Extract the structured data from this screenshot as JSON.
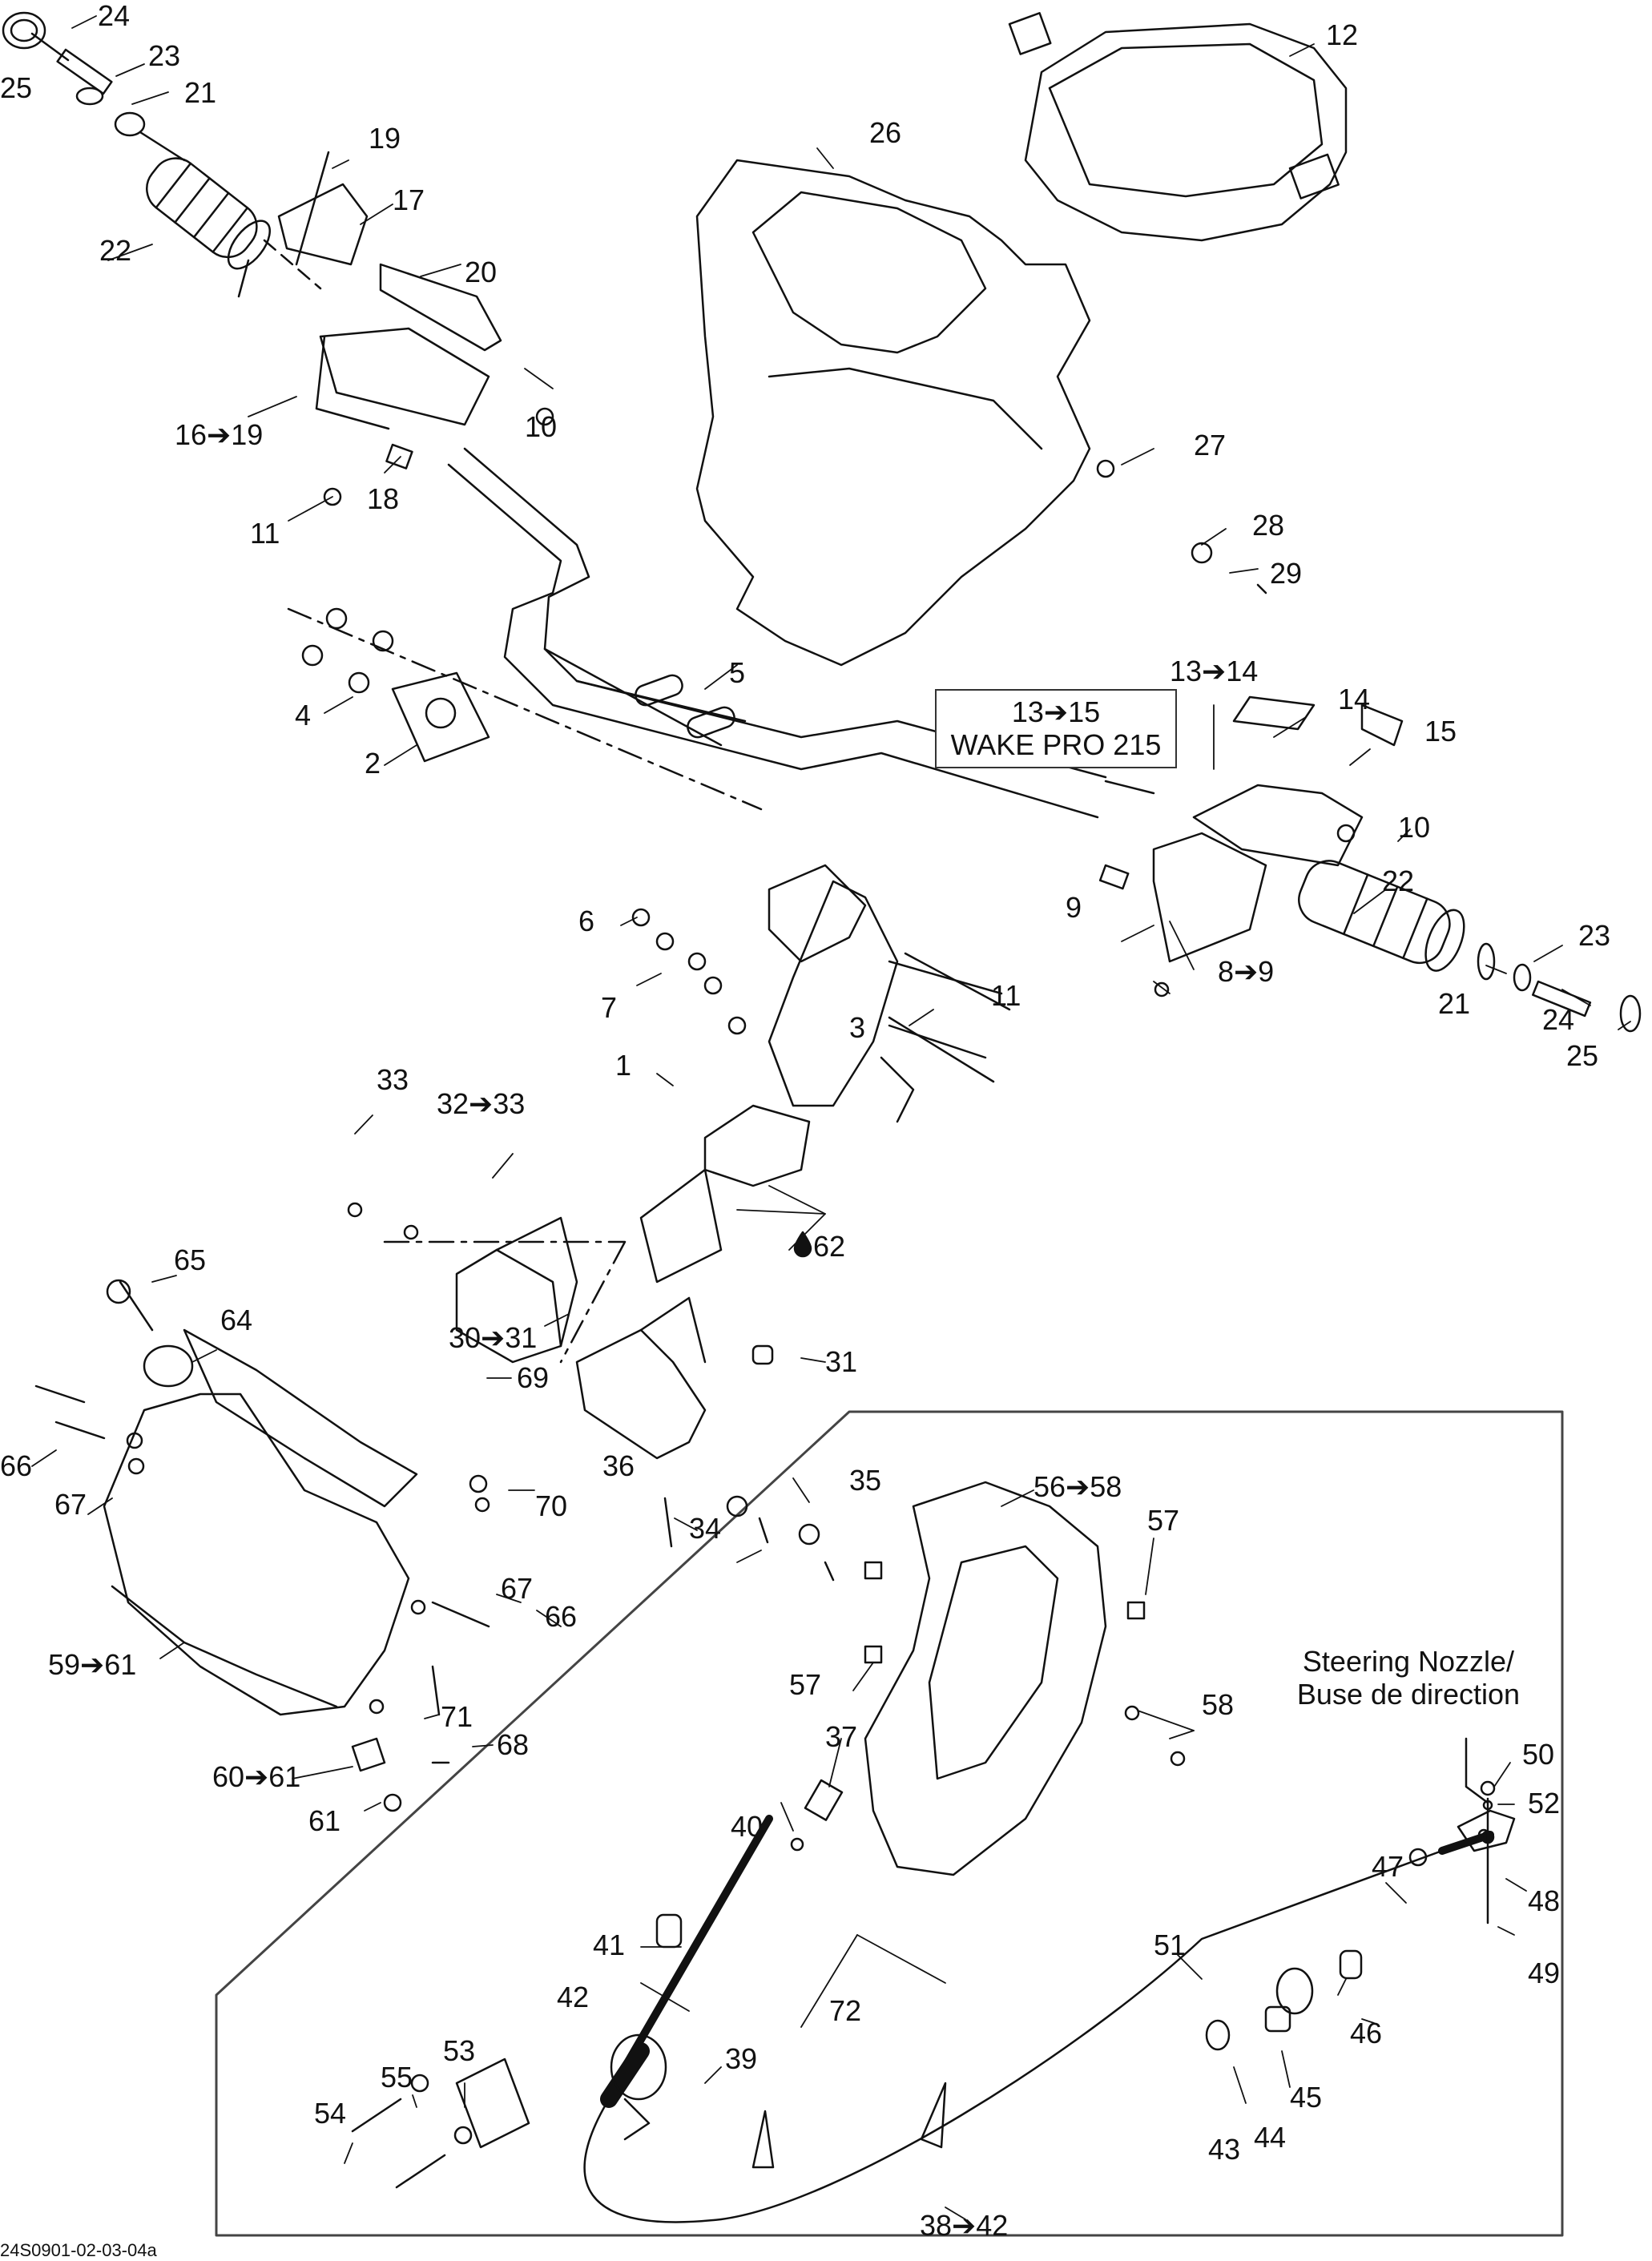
{
  "diagram": {
    "type": "exploded-parts-diagram",
    "reference_code": "24S0901-02-03-04a",
    "notes": {
      "wake_pro_box": [
        "13➔15",
        "WAKE PRO 215"
      ],
      "steering_nozzle": [
        "Steering Nozzle/",
        "Buse de direction"
      ],
      "lubricant_callout": "62"
    },
    "labels": [
      {
        "id": "l24a",
        "text": "24"
      },
      {
        "id": "l25a",
        "text": "25"
      },
      {
        "id": "l23a",
        "text": "23"
      },
      {
        "id": "l21a",
        "text": "21"
      },
      {
        "id": "l22a",
        "text": "22"
      },
      {
        "id": "l19a",
        "text": "19"
      },
      {
        "id": "l17",
        "text": "17"
      },
      {
        "id": "l20",
        "text": "20"
      },
      {
        "id": "l10a",
        "text": "10"
      },
      {
        "id": "l16",
        "text": "16➔19"
      },
      {
        "id": "l11a",
        "text": "11"
      },
      {
        "id": "l18",
        "text": "18"
      },
      {
        "id": "l26",
        "text": "26"
      },
      {
        "id": "l12",
        "text": "12"
      },
      {
        "id": "l27",
        "text": "27"
      },
      {
        "id": "l28",
        "text": "28"
      },
      {
        "id": "l29",
        "text": "29"
      },
      {
        "id": "l5",
        "text": "5"
      },
      {
        "id": "l4",
        "text": "4"
      },
      {
        "id": "l2",
        "text": "2"
      },
      {
        "id": "l13_14",
        "text": "13➔14"
      },
      {
        "id": "l14",
        "text": "14"
      },
      {
        "id": "l15",
        "text": "15"
      },
      {
        "id": "l10b",
        "text": "10"
      },
      {
        "id": "l22b",
        "text": "22"
      },
      {
        "id": "l9",
        "text": "9"
      },
      {
        "id": "l8",
        "text": "8➔9"
      },
      {
        "id": "l11b",
        "text": "11"
      },
      {
        "id": "l21b",
        "text": "21"
      },
      {
        "id": "l23b",
        "text": "23"
      },
      {
        "id": "l24b",
        "text": "24"
      },
      {
        "id": "l25b",
        "text": "25"
      },
      {
        "id": "l6",
        "text": "6"
      },
      {
        "id": "l7",
        "text": "7"
      },
      {
        "id": "l3",
        "text": "3"
      },
      {
        "id": "l1",
        "text": "1"
      },
      {
        "id": "l33",
        "text": "33"
      },
      {
        "id": "l32",
        "text": "32➔33"
      },
      {
        "id": "l62",
        "text": "62"
      },
      {
        "id": "l65",
        "text": "65"
      },
      {
        "id": "l64",
        "text": "64"
      },
      {
        "id": "l30",
        "text": "30➔31"
      },
      {
        "id": "l31",
        "text": "31"
      },
      {
        "id": "l66a",
        "text": "66"
      },
      {
        "id": "l67a",
        "text": "67"
      },
      {
        "id": "l69",
        "text": "69"
      },
      {
        "id": "l70",
        "text": "70"
      },
      {
        "id": "l36",
        "text": "36"
      },
      {
        "id": "l35",
        "text": "35"
      },
      {
        "id": "l34",
        "text": "34"
      },
      {
        "id": "l67b",
        "text": "67"
      },
      {
        "id": "l66b",
        "text": "66"
      },
      {
        "id": "l59",
        "text": "59➔61"
      },
      {
        "id": "l71",
        "text": "71"
      },
      {
        "id": "l68",
        "text": "68"
      },
      {
        "id": "l60",
        "text": "60➔61"
      },
      {
        "id": "l61",
        "text": "61"
      },
      {
        "id": "l56",
        "text": "56➔58"
      },
      {
        "id": "l57a",
        "text": "57"
      },
      {
        "id": "l57b",
        "text": "57"
      },
      {
        "id": "l58",
        "text": "58"
      },
      {
        "id": "l37",
        "text": "37"
      },
      {
        "id": "l40",
        "text": "40"
      },
      {
        "id": "l41",
        "text": "41"
      },
      {
        "id": "l42",
        "text": "42"
      },
      {
        "id": "l50",
        "text": "50"
      },
      {
        "id": "l52",
        "text": "52"
      },
      {
        "id": "l47",
        "text": "47"
      },
      {
        "id": "l48",
        "text": "48"
      },
      {
        "id": "l49",
        "text": "49"
      },
      {
        "id": "l51",
        "text": "51"
      },
      {
        "id": "l46",
        "text": "46"
      },
      {
        "id": "l45",
        "text": "45"
      },
      {
        "id": "l44",
        "text": "44"
      },
      {
        "id": "l43",
        "text": "43"
      },
      {
        "id": "l72",
        "text": "72"
      },
      {
        "id": "l39",
        "text": "39"
      },
      {
        "id": "l53",
        "text": "53"
      },
      {
        "id": "l55",
        "text": "55"
      },
      {
        "id": "l54",
        "text": "54"
      },
      {
        "id": "l38",
        "text": "38➔42"
      }
    ]
  }
}
